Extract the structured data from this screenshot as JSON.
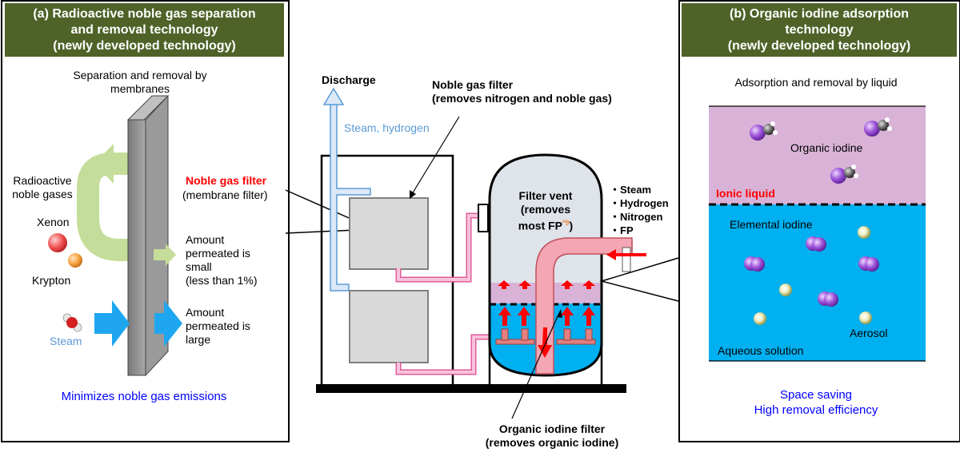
{
  "panel_a": {
    "title_line1": "(a) Radioactive noble gas separation",
    "title_line2": "and removal technology",
    "title_line3": "(newly developed technology)",
    "membrane_caption_line1": "Separation and removal by",
    "membrane_caption_line2": "membranes",
    "radioactive_line1": "Radioactive",
    "radioactive_line2": "noble gases",
    "xenon": "Xenon",
    "krypton": "Krypton",
    "steam": "Steam",
    "filter_name": "Noble gas filter",
    "filter_type": "(membrane filter)",
    "small_line1": "Amount",
    "small_line2": "permeated is",
    "small_line3": "small",
    "small_line4": "(less than 1%)",
    "large_line1": "Amount",
    "large_line2": "permeated is",
    "large_line3": "large",
    "footer": "Minimizes noble gas emissions"
  },
  "center": {
    "discharge": "Discharge",
    "steam_hydrogen": "Steam, hydrogen",
    "noble_filter_line1": "Noble gas filter",
    "noble_filter_line2": "(removes nitrogen and noble gas)",
    "vent_line1": "Filter vent",
    "vent_line2": "(removes",
    "vent_line3": "most FP",
    "vent_note": "*9",
    "vent_line3_end": ")",
    "inflow": [
      "・Steam",
      "・Hydrogen",
      "・Nitrogen",
      "・FP"
    ],
    "organic_filter_line1": "Organic iodine filter",
    "organic_filter_line2": "(removes organic iodine)"
  },
  "panel_b": {
    "title_line1": "(b) Organic iodine adsorption",
    "title_line2": "technology",
    "title_line3": "(newly developed technology)",
    "caption": "Adsorption and removal by liquid",
    "organic_iodine": "Organic iodine",
    "ionic_liquid": "Ionic liquid",
    "elemental_iodine": "Elemental iodine",
    "aerosol": "Aerosol",
    "aqueous": "Aqueous solution",
    "footer_line1": "Space saving",
    "footer_line2": "High removal efficiency"
  },
  "colors": {
    "header_green": "#4f6228",
    "red_label": "#ff0000",
    "blue_label": "#0000ff",
    "steam_blue": "#5b9bd5",
    "ionic_liquid_pink": "#d9b3d7",
    "aqueous_blue": "#00b0f0",
    "pipe_pink": "#f4a6c8",
    "arrow_blue": "#1ea7f0",
    "arrow_green": "#c5dd9a"
  }
}
